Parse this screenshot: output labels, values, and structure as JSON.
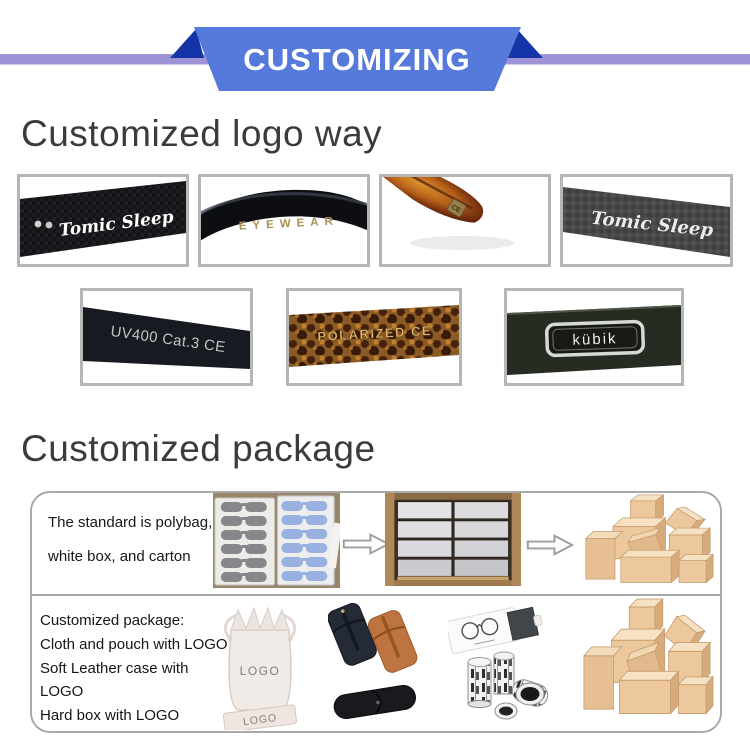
{
  "banner": {
    "title": "CUSTOMIZING",
    "colors": {
      "ribbon": "#5679dc",
      "fold": "#1434a8",
      "stripe": "#9e93d7"
    }
  },
  "logo_section": {
    "heading": "Customized logo way",
    "samples": [
      {
        "alt": "carbon temple with white script logo",
        "text": "Tomic Sleep"
      },
      {
        "alt": "black temple with gold print",
        "text": "EYEWEAR"
      },
      {
        "alt": "tortoise temple tip with CE stamp",
        "text": "CE"
      },
      {
        "alt": "grey carbon temple with embossed script",
        "text": "Tomic Sleep"
      },
      {
        "alt": "black temple with white print",
        "text": "UV400 Cat.3 CE"
      },
      {
        "alt": "tortoise temple with embossed print",
        "text": "POLARIZED CE"
      },
      {
        "alt": "temple with metal logo plate",
        "text": "kübik"
      }
    ]
  },
  "package_section": {
    "heading": "Customized package",
    "rows": [
      {
        "lines": [
          "The standard is polybag,",
          "white box, and carton"
        ]
      },
      {
        "lines": [
          "Customized package:",
          "Cloth and pouch with LOGO",
          "Soft Leather case with LOGO",
          "Hard box with LOGO"
        ],
        "pouch_label": "LOGO",
        "pouch_strip_label": "LOGO"
      }
    ]
  }
}
